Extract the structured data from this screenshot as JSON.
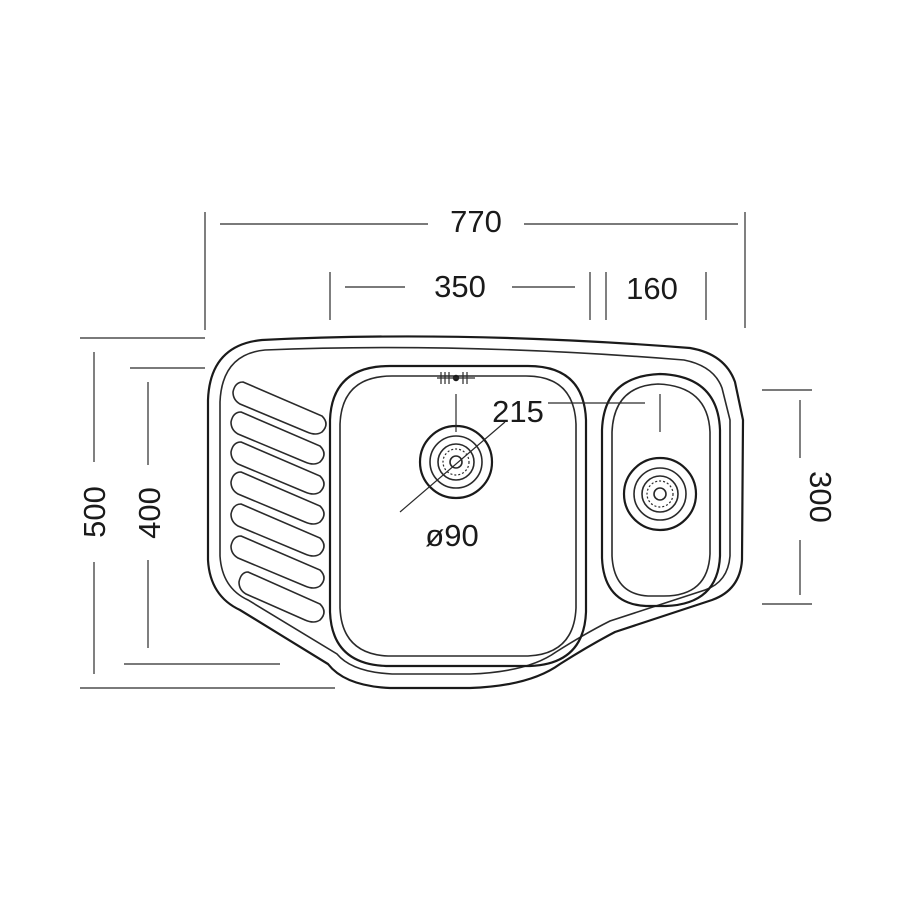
{
  "dimensions": {
    "total_width": "770",
    "main_bowl_width": "350",
    "small_bowl_width": "160",
    "overall_depth": "500",
    "main_bowl_depth": "400",
    "small_bowl_depth": "300",
    "drain_offset": "215",
    "drain_diameter": "ø90"
  },
  "colors": {
    "line": "#2a2a2a",
    "background": "#ffffff"
  }
}
